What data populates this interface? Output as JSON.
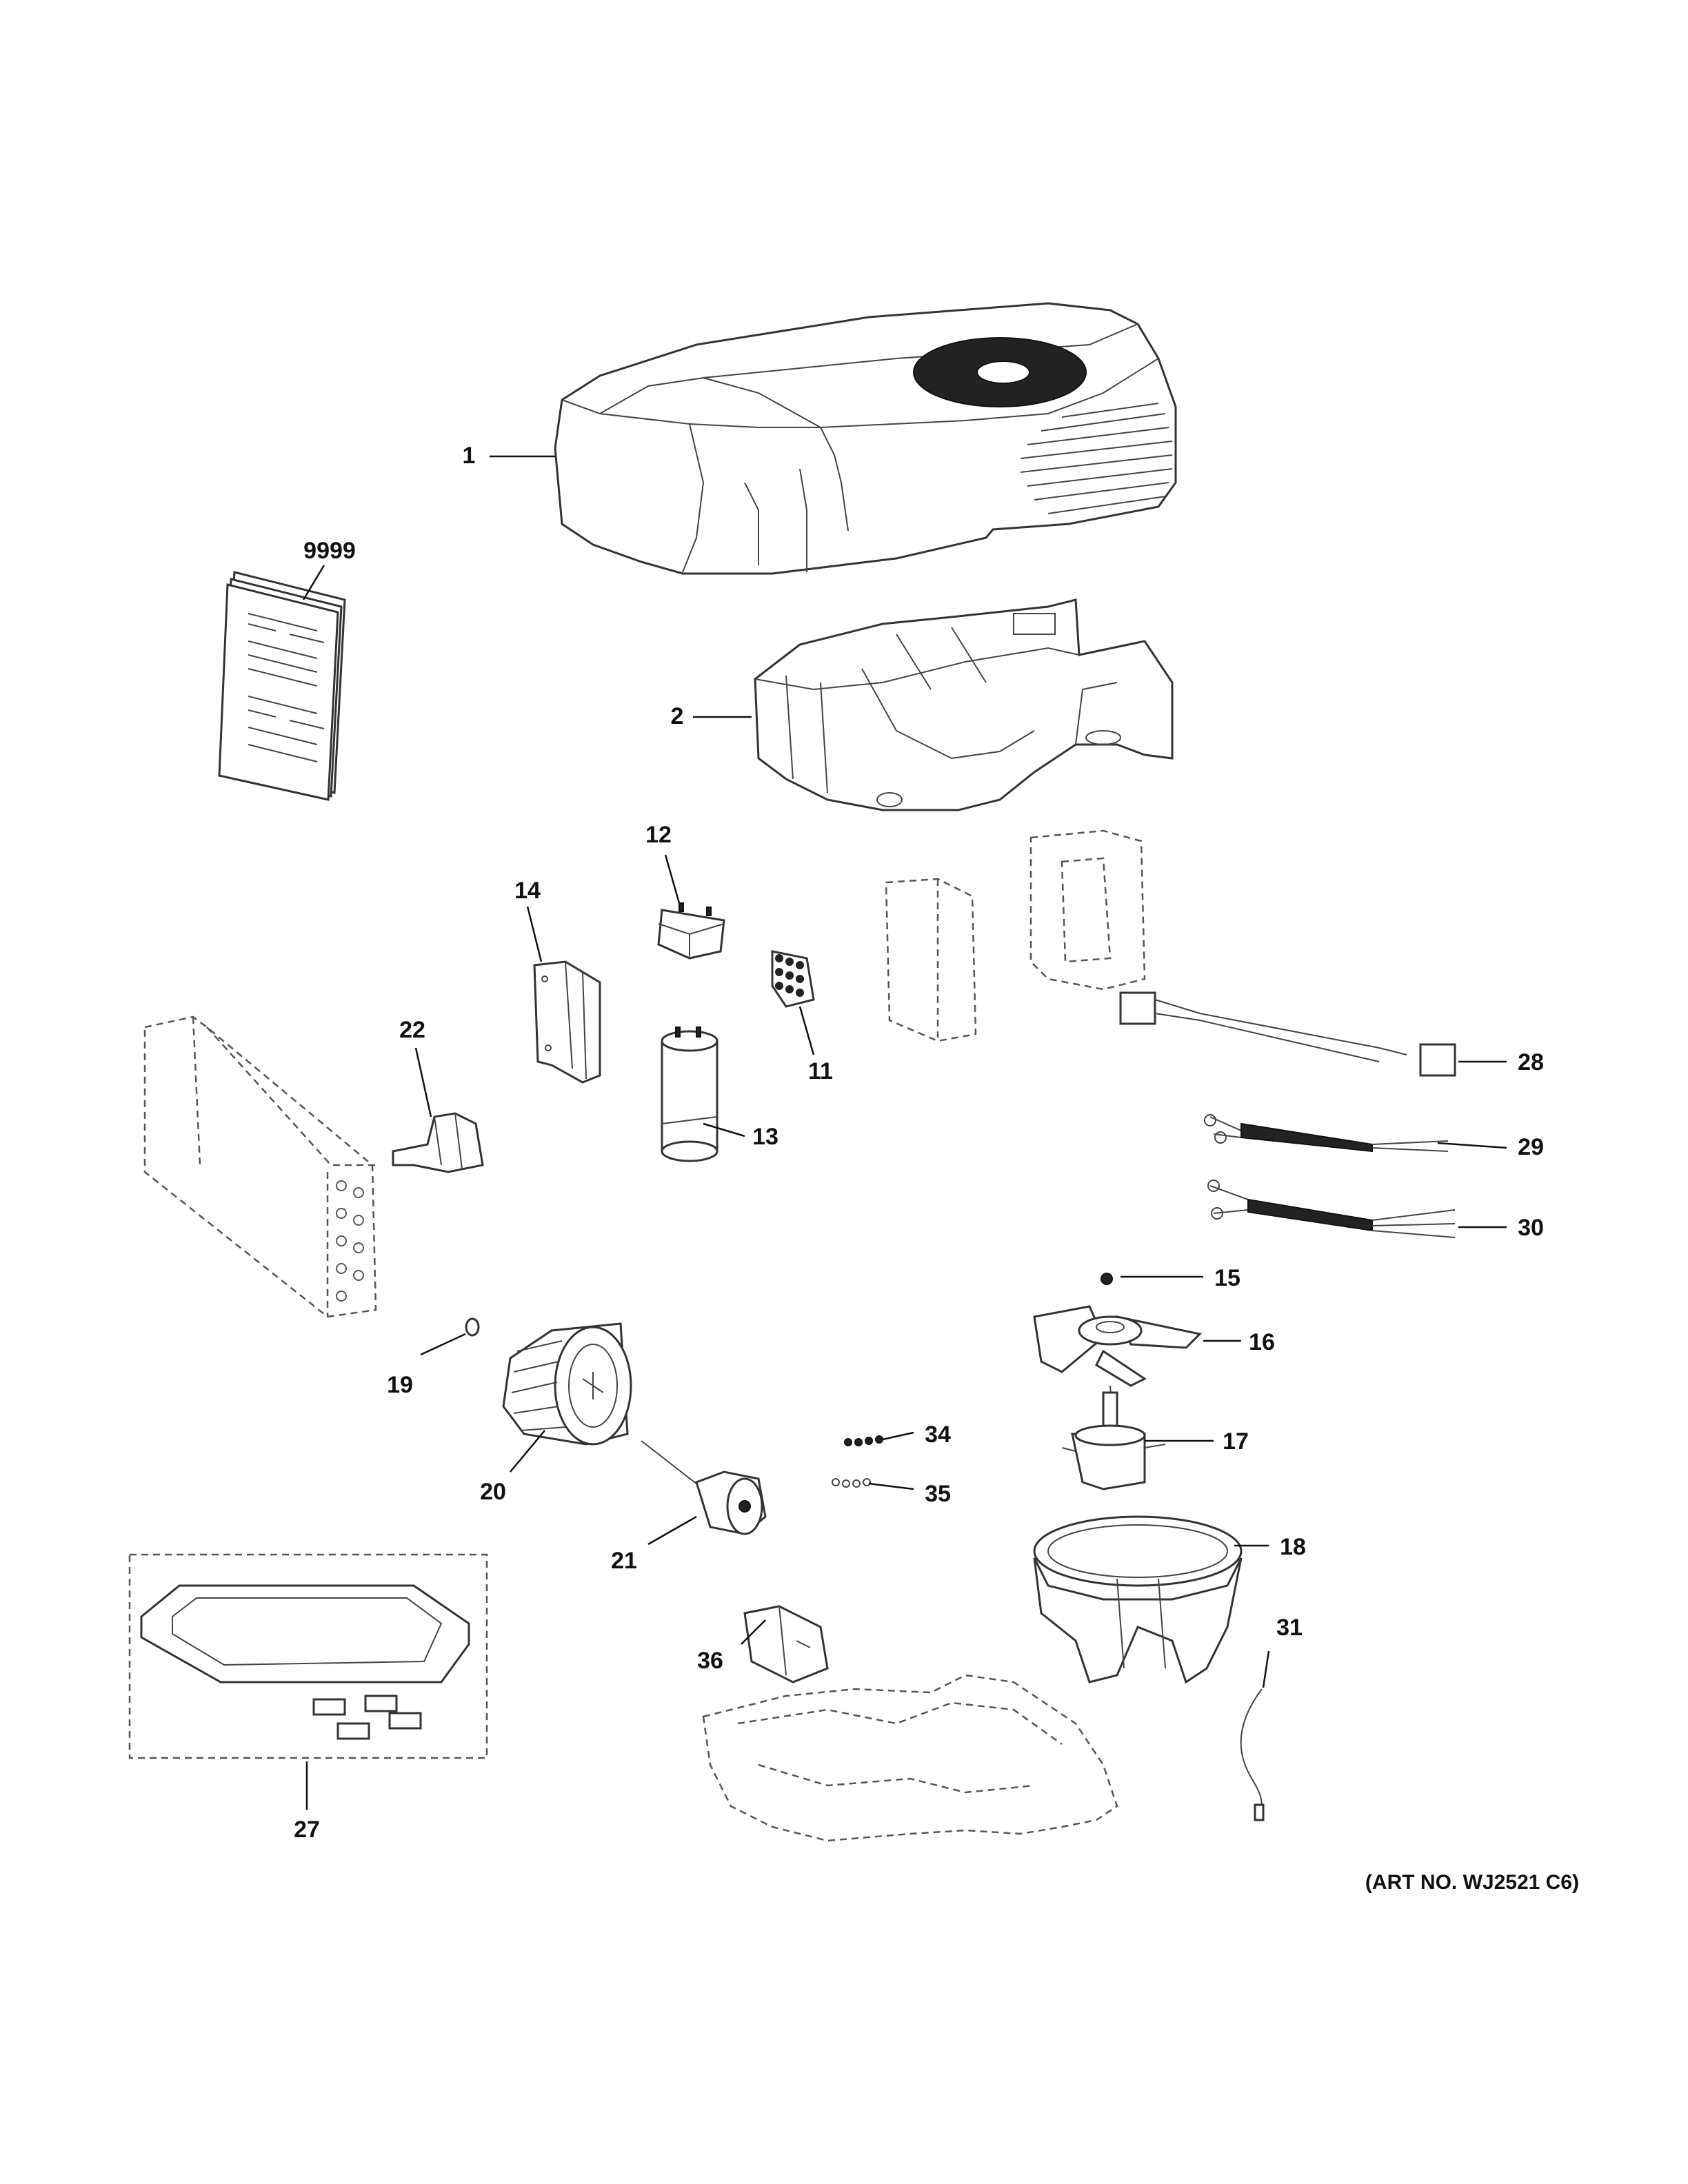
{
  "art_number": "(ART NO. WJ2521 C6)",
  "parts": [
    {
      "id": "1",
      "name": "shroud-cover"
    },
    {
      "id": "9999",
      "name": "manual-booklet"
    },
    {
      "id": "2",
      "name": "inner-housing"
    },
    {
      "id": "12",
      "name": "relay"
    },
    {
      "id": "14",
      "name": "bracket"
    },
    {
      "id": "11",
      "name": "terminal-block"
    },
    {
      "id": "22",
      "name": "clip"
    },
    {
      "id": "13",
      "name": "capacitor"
    },
    {
      "id": "28",
      "name": "connector-harness"
    },
    {
      "id": "29",
      "name": "wire-harness-a"
    },
    {
      "id": "30",
      "name": "wire-harness-b"
    },
    {
      "id": "15",
      "name": "nut"
    },
    {
      "id": "16",
      "name": "fan-blade"
    },
    {
      "id": "19",
      "name": "blower-nut"
    },
    {
      "id": "20",
      "name": "blower-wheel"
    },
    {
      "id": "21",
      "name": "blower-motor"
    },
    {
      "id": "34",
      "name": "screws"
    },
    {
      "id": "35",
      "name": "washers"
    },
    {
      "id": "17",
      "name": "fan-motor"
    },
    {
      "id": "18",
      "name": "fan-shroud-ring"
    },
    {
      "id": "36",
      "name": "motor-bracket"
    },
    {
      "id": "31",
      "name": "sensor"
    },
    {
      "id": "27",
      "name": "gasket-kit"
    }
  ]
}
